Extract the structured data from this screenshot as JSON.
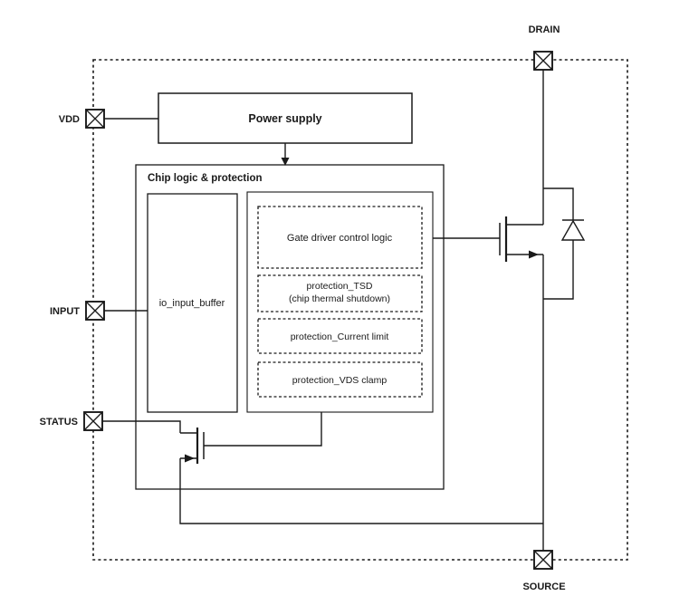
{
  "diagram": {
    "pins": {
      "vdd": {
        "label": "VDD"
      },
      "input": {
        "label": "INPUT"
      },
      "status": {
        "label": "STATUS"
      },
      "drain": {
        "label": "DRAIN"
      },
      "source": {
        "label": "SOURCE"
      }
    },
    "blocks": {
      "power_supply": {
        "label": "Power supply"
      },
      "chip_logic": {
        "label": "Chip logic & protection"
      },
      "io_input_buffer": {
        "label": "io_input_buffer"
      },
      "gate_driver": {
        "label": "Gate driver control logic"
      },
      "protection_tsd": {
        "line1": "protection_TSD",
        "line2": "(chip thermal shutdown)"
      },
      "protection_current_limit": {
        "label": "protection_Current limit"
      },
      "protection_vds_clamp": {
        "label": "protection_VDS clamp"
      }
    },
    "colors": {
      "line": "#1a1a1a",
      "background": "#ffffff"
    }
  }
}
